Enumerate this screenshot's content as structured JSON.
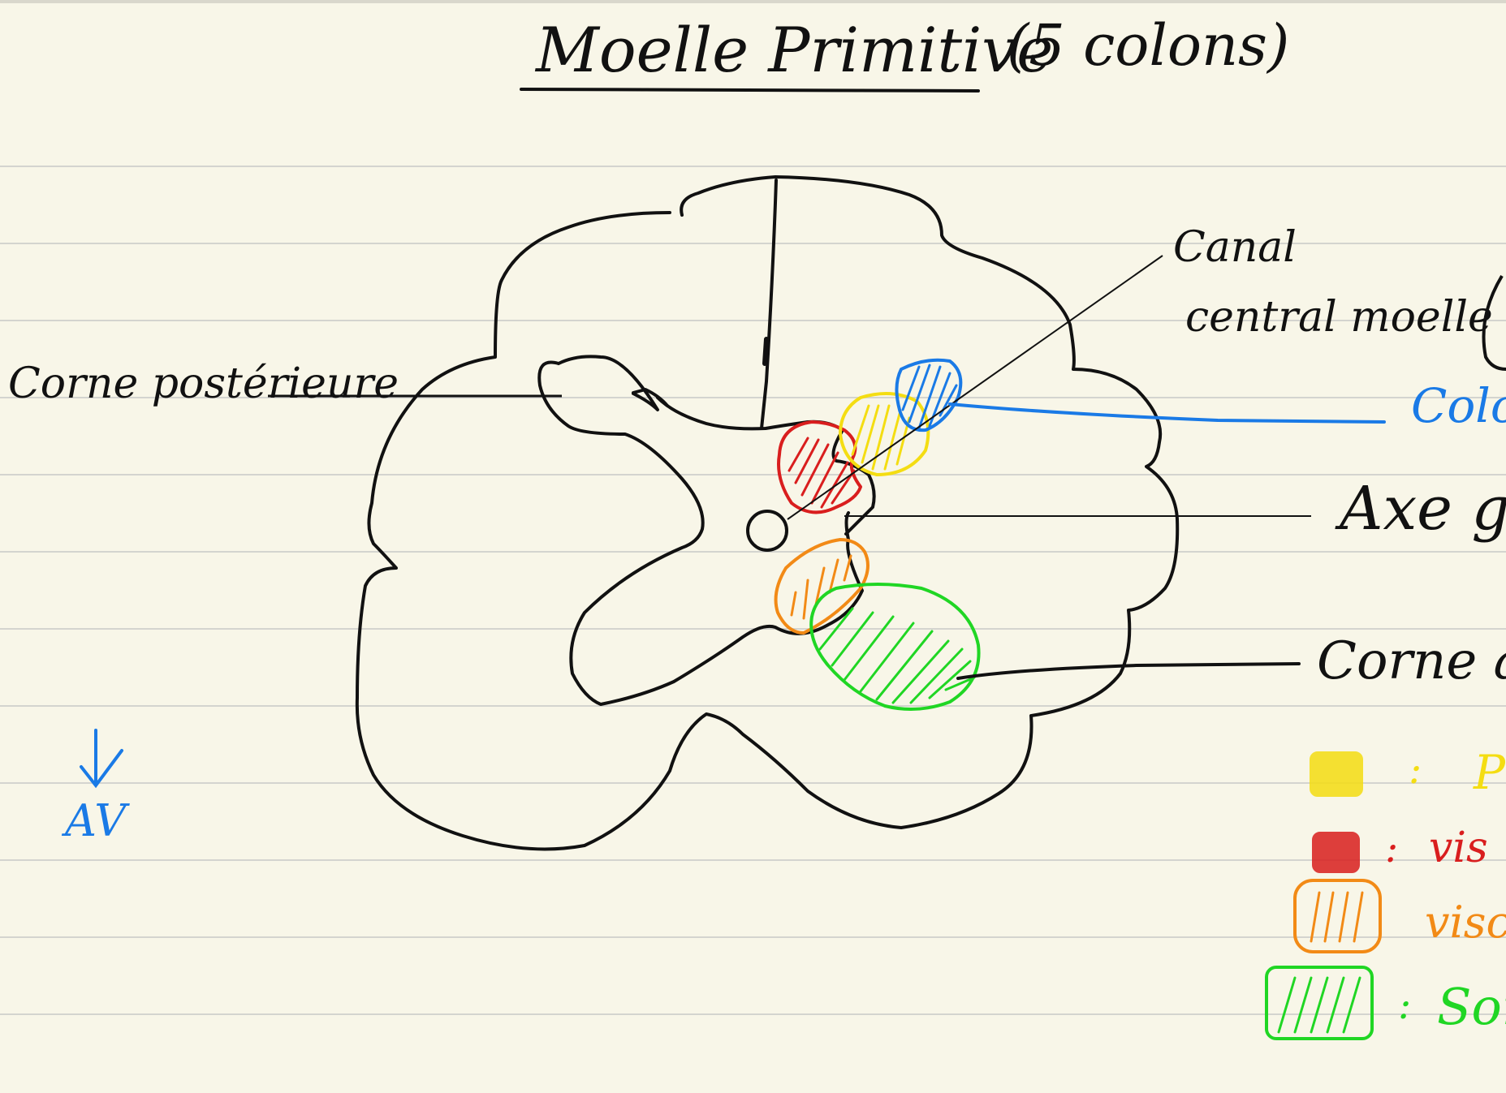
{
  "title": "Moelle Primitive",
  "title_note": "(5 colons)",
  "labels": {
    "corne_posterieure": "Corne postérieure",
    "canal_line1": "Canal",
    "canal_line2": "central moelle",
    "colon_partial": "Colon",
    "axe_partial": "Axe g",
    "corne_anterieure_partial": "Corne ant",
    "av": "AV"
  },
  "legend": [
    {
      "swatch_color": "#f4dd12",
      "sep": ":",
      "text": "P"
    },
    {
      "swatch_color": "#d91e1e",
      "sep": ":",
      "text": "vis"
    },
    {
      "swatch_color": "#f28a16",
      "sep": "",
      "text": "visc"
    },
    {
      "swatch_color": "#20d624",
      "sep": ":",
      "text": "Som"
    }
  ],
  "colors": {
    "paper": "#f8f6e8",
    "rule": "#d4d4cf",
    "ink": "#111111",
    "blue": "#1a7ae6",
    "yellow": "#f4dd12",
    "red": "#d91e1e",
    "orange": "#f28a16",
    "green": "#20d624"
  }
}
